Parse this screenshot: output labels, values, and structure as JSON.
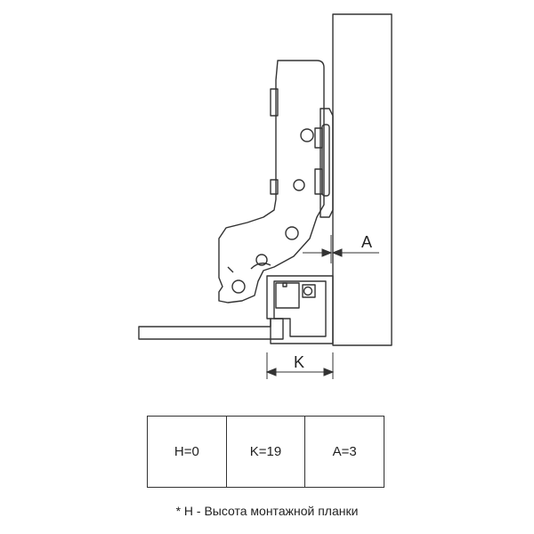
{
  "diagram": {
    "dimension_labels": {
      "a": "A",
      "k": "K"
    }
  },
  "spec_table": {
    "cells": [
      "H=0",
      "K=19",
      "A=3"
    ]
  },
  "footnote": "* H - Высота монтажной планки",
  "colors": {
    "line": "#333333",
    "text": "#222222",
    "background": "#ffffff"
  }
}
